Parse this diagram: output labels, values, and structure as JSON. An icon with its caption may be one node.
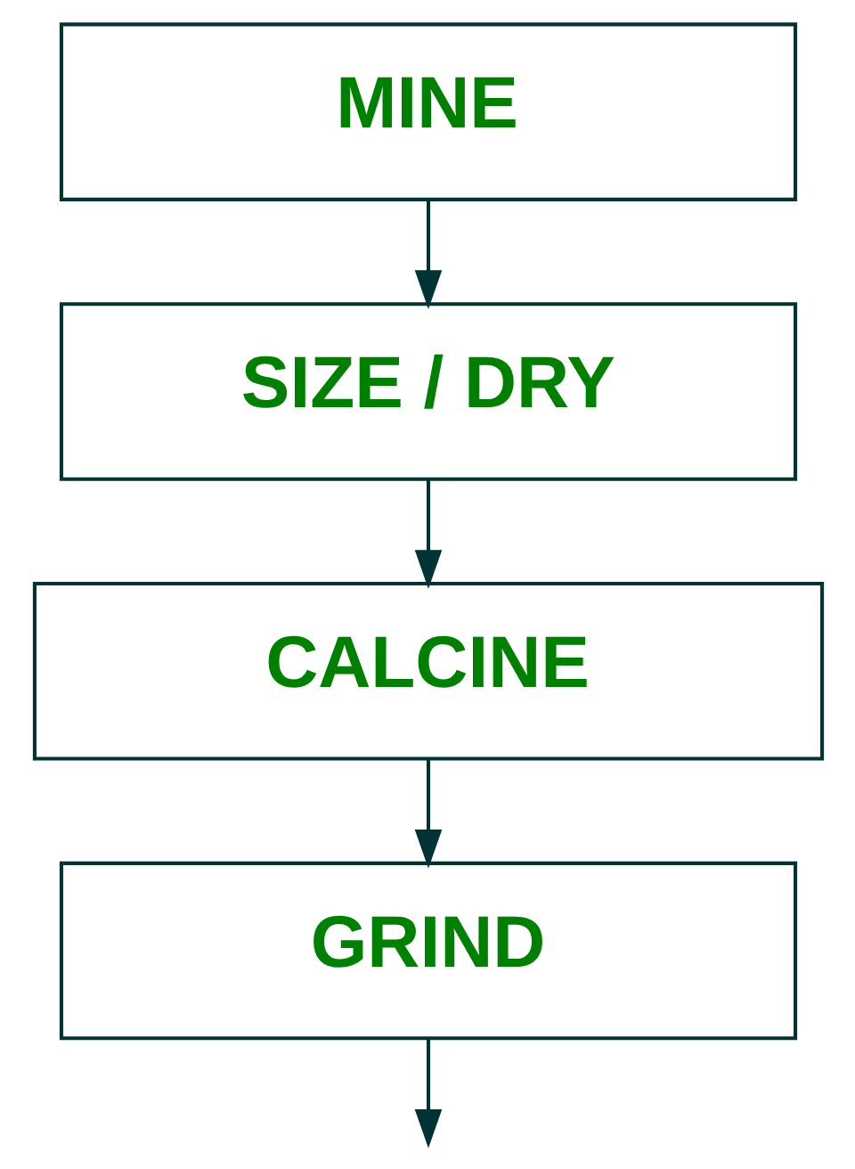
{
  "diagram": {
    "nodes": [
      {
        "text": [
          "MINE"
        ]
      },
      {
        "text": [
          "SIZE / DRY"
        ]
      },
      {
        "text": [
          "CALCINE"
        ]
      },
      {
        "text": [
          "GRIND"
        ]
      }
    ],
    "edges": [
      {
        "from": 0,
        "to": 1,
        "arrow": "to"
      },
      {
        "from": 1,
        "to": 2,
        "arrow": "to"
      },
      {
        "from": 2,
        "to": 3,
        "arrow": "to"
      },
      {
        "from": 3,
        "to": null,
        "arrow": "to"
      }
    ]
  }
}
